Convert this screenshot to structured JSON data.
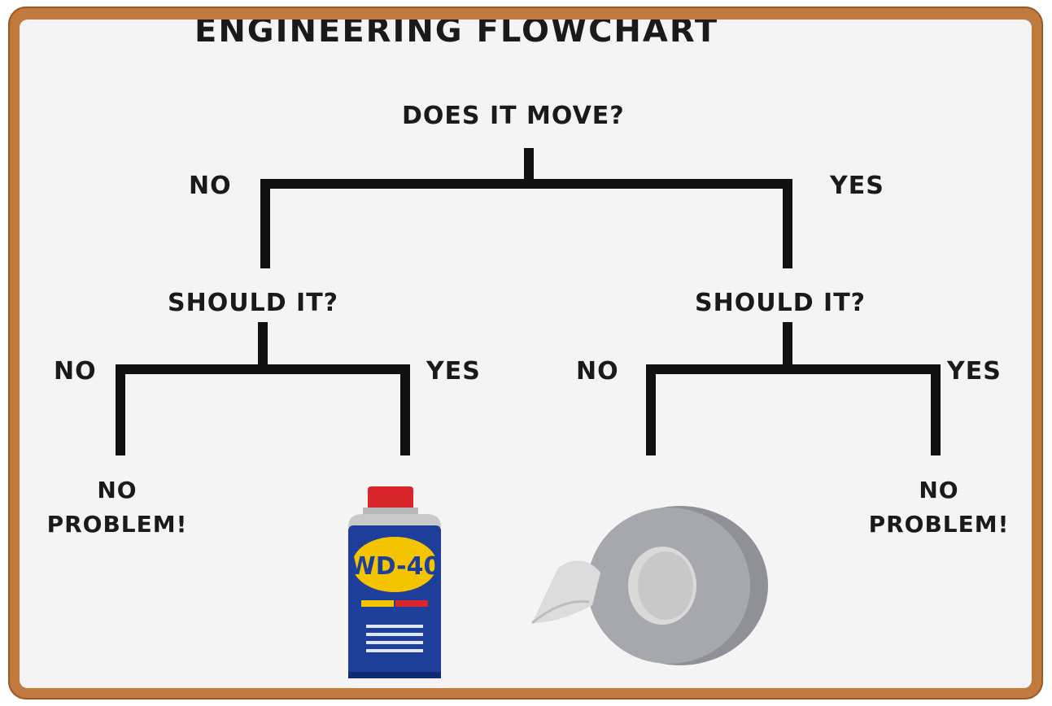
{
  "title": "ENGINEERING FLOWCHART",
  "root_question": "DOES IT MOVE?",
  "branches": {
    "top_no": "NO",
    "top_yes": "YES",
    "left_question": "SHOULD IT?",
    "right_question": "SHOULD IT?",
    "left_no": "NO",
    "left_yes": "YES",
    "right_no": "NO",
    "right_yes": "YES"
  },
  "outcomes": {
    "left_no_line1": "NO",
    "left_no_line2": "PROBLEM!",
    "right_yes_line1": "NO",
    "right_yes_line2": "PROBLEM!"
  },
  "product_labels": {
    "wd40_brand": "WD-40"
  },
  "icons": {
    "left_yes_outcome": "wd40-can-icon",
    "right_no_outcome": "duct-tape-icon"
  },
  "colors": {
    "sign_border": "#c07a3e",
    "sign_face": "#f4f4f4",
    "lines": "#111111",
    "wd40_blue": "#1d3f9a",
    "wd40_yellow": "#f5c400",
    "wd40_red": "#d8262b",
    "tape_gray": "#9a9ca0"
  }
}
